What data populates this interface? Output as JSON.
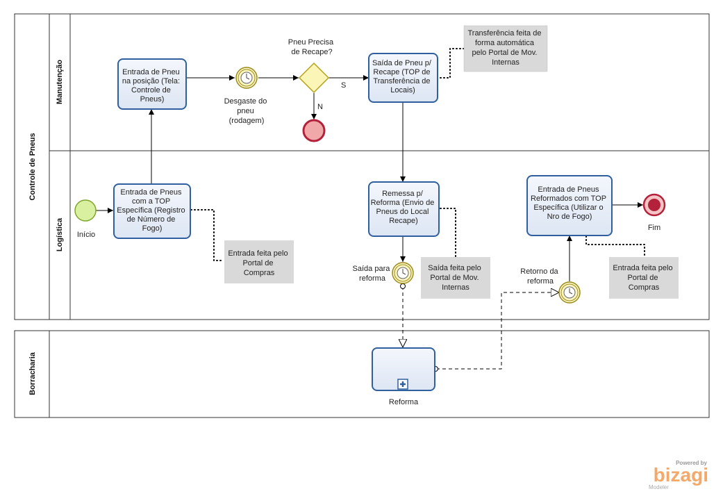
{
  "pools": {
    "controle": {
      "label": "Controle de Pneus"
    },
    "borracharia": {
      "label": "Borracharia"
    }
  },
  "lanes": {
    "manutencao": "Manutenção",
    "logistica": "Logística"
  },
  "tasks": {
    "entrada_posicao": [
      "Entrada de Pneu",
      "na posição (Tela:",
      "Controle de",
      "Pneus)"
    ],
    "saida_recape": [
      "Saída de Pneu p/",
      "Recape (TOP de",
      "Transferência de",
      "Locais)"
    ],
    "entrada_top": [
      "Entrada de Pneus",
      "com a TOP",
      "Específica (Registro",
      "de Número de",
      "Fogo)"
    ],
    "remessa": [
      "Remessa p/",
      "Reforma (Envio de",
      "Pneus do Local",
      "Recape)"
    ],
    "entrada_reformados": [
      "Entrada de Pneus",
      "Reformados com TOP",
      "Específica (Utilizar o",
      "Nro de Fogo)"
    ],
    "reforma": "Reforma"
  },
  "gateway": {
    "label": [
      "Pneu Precisa",
      "de Recape?"
    ],
    "yes": "S",
    "no": "N"
  },
  "events": {
    "inicio": "Início",
    "fim": "Fim",
    "desgaste": [
      "Desgaste do",
      "pneu",
      "(rodagem)"
    ],
    "saida_reforma": [
      "Saída para",
      "reforma"
    ],
    "retorno_reforma": [
      "Retorno da",
      "reforma"
    ]
  },
  "notes": {
    "transferencia": [
      "Transferência feita de",
      "forma automática",
      "pelo Portal de Mov.",
      "Internas"
    ],
    "entrada_compras_1": [
      "Entrada feita pelo",
      "Portal de",
      "Compras"
    ],
    "saida_mov": [
      "Saída feita pelo",
      "Portal de Mov.",
      "Internas"
    ],
    "entrada_compras_2": [
      "Entrada feita pelo",
      "Portal de",
      "Compras"
    ]
  },
  "branding": {
    "powered": "Powered by",
    "name": "bizagi",
    "sub": "Modeler"
  },
  "colors": {
    "task_fill": "#e8eef8",
    "task_stroke": "#2f5f9e",
    "start_fill": "#d9f0a0",
    "end_fill": "#f0a8a8",
    "end_stroke": "#b3223a",
    "gateway_fill": "#fbf5b8",
    "timer_fill": "#fbf5c2",
    "note_fill": "#d9d9d9"
  }
}
